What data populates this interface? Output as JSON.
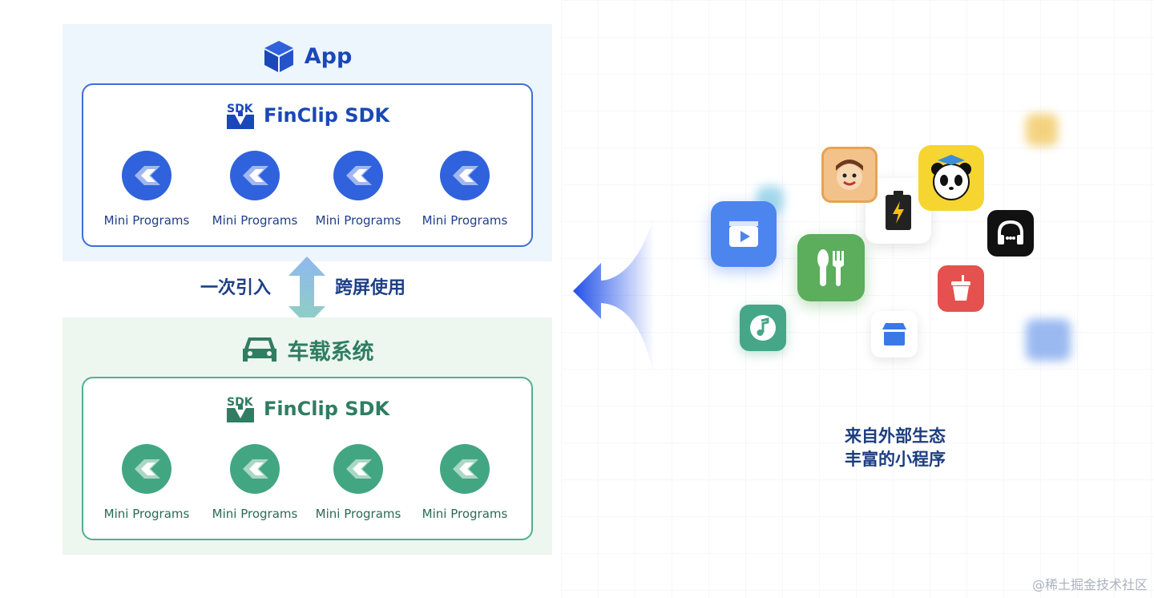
{
  "app_panel": {
    "title": "App",
    "sdk_title": "FinClip SDK",
    "sdk_badge": "SDK",
    "mini_programs": [
      "Mini Programs",
      "Mini Programs",
      "Mini Programs",
      "Mini Programs"
    ]
  },
  "car_panel": {
    "title": "车载系统",
    "sdk_title": "FinClip SDK",
    "sdk_badge": "SDK",
    "mini_programs": [
      "Mini Programs",
      "Mini Programs",
      "Mini Programs",
      "Mini Programs"
    ]
  },
  "middle": {
    "left_text": "一次引入",
    "right_text": "跨屏使用"
  },
  "external": {
    "line1": "来自外部生态",
    "line2": "丰富的小程序"
  },
  "icons": [
    "cube-icon",
    "sdk-download-icon",
    "car-icon",
    "finclip-logo-icon",
    "video-player-icon",
    "fork-knife-icon",
    "battery-icon",
    "panda-icon",
    "headphones-icon",
    "drink-cup-icon",
    "music-note-icon",
    "store-icon",
    "cartoon-game-icon"
  ],
  "colors": {
    "app_blue": "#2f62dc",
    "car_green": "#43a683",
    "arrow_blue": "#1f4fe8"
  },
  "watermark": "@稀土掘金技术社区"
}
